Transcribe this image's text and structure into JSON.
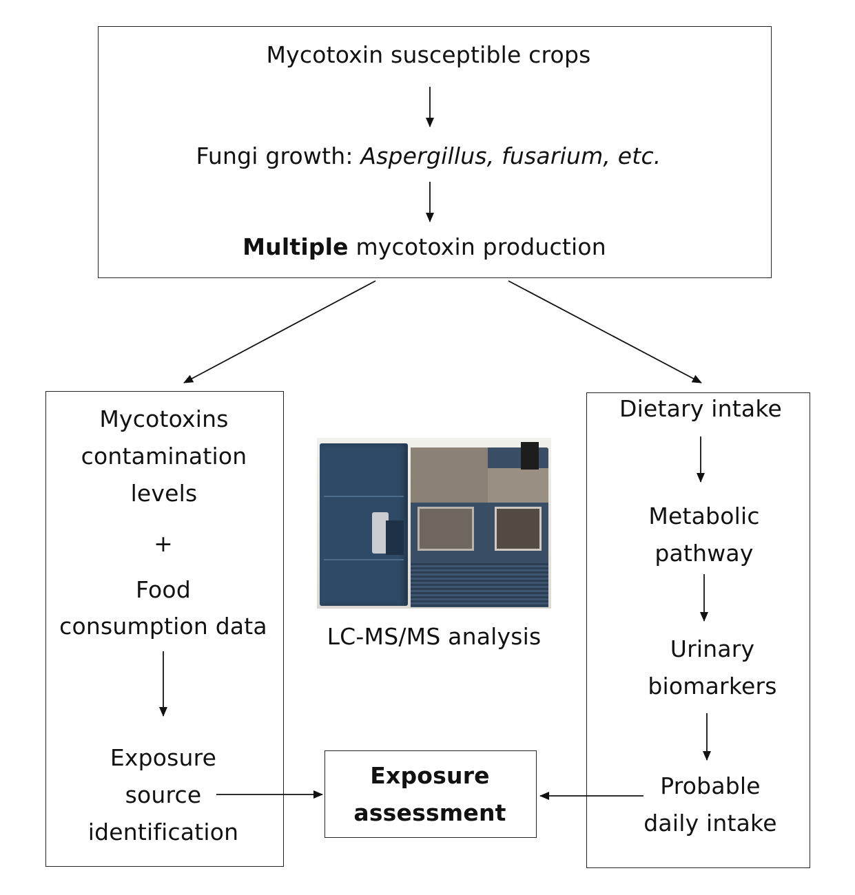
{
  "top_box": {
    "line1": "Mycotoxin susceptible crops",
    "line2_plain": "Fungi growth: ",
    "line2_italic": "Aspergillus, fusarium, etc.",
    "line3_bold": "Multiple",
    "line3_rest": " mycotoxin production"
  },
  "left_box": {
    "contamination_lines": [
      "Mycotoxins",
      "contamination",
      "levels"
    ],
    "plus": "+",
    "food_lines": [
      "Food",
      "consumption data"
    ],
    "exposure_source_lines": [
      "Exposure",
      "source",
      "identification"
    ]
  },
  "center": {
    "instrument_caption": "LC-MS/MS analysis",
    "assessment_lines": [
      "Exposure",
      "assessment"
    ]
  },
  "right_box": {
    "dietary_intake": "Dietary intake",
    "metabolic_lines": [
      "Metabolic",
      "pathway"
    ],
    "urinary_lines": [
      "Urinary",
      "biomarkers"
    ],
    "probable_lines": [
      "Probable",
      "daily intake"
    ]
  }
}
